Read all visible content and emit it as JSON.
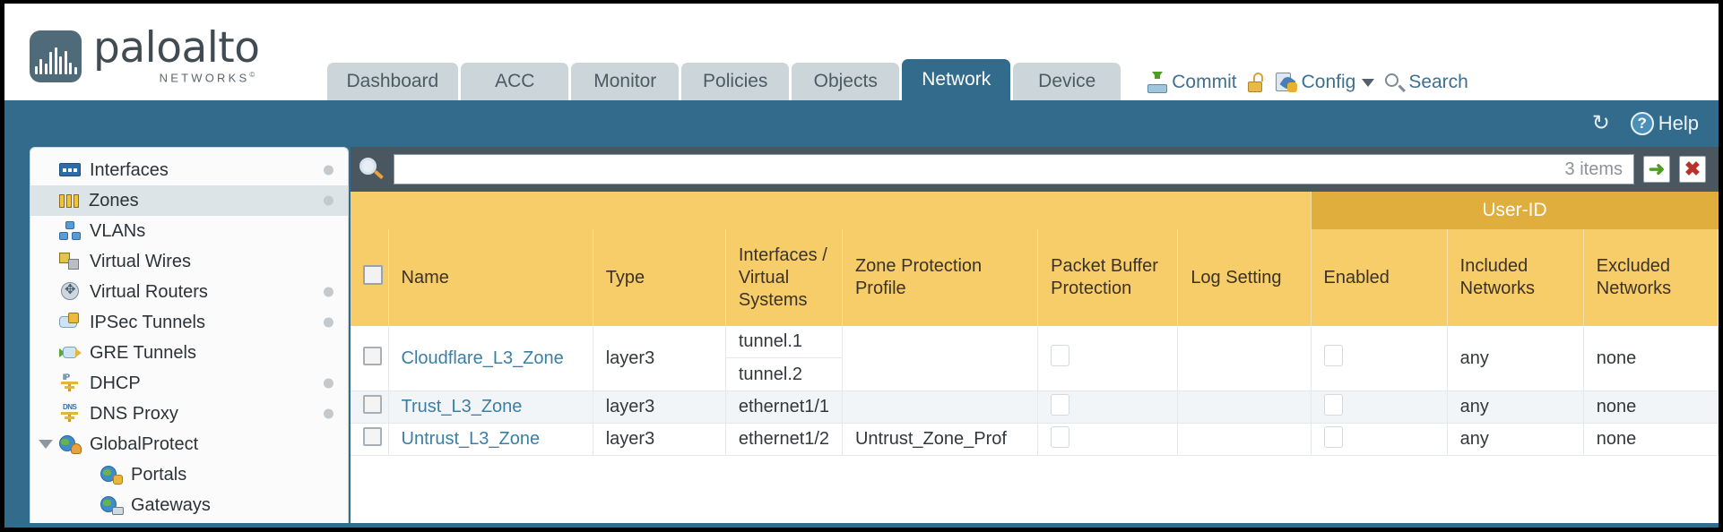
{
  "brand": {
    "name": "paloalto",
    "tagline": "NETWORKS",
    "registered": "©"
  },
  "header": {
    "tabs": [
      {
        "label": "Dashboard",
        "active": false
      },
      {
        "label": "ACC",
        "active": false
      },
      {
        "label": "Monitor",
        "active": false
      },
      {
        "label": "Policies",
        "active": false
      },
      {
        "label": "Objects",
        "active": false
      },
      {
        "label": "Network",
        "active": true
      },
      {
        "label": "Device",
        "active": false
      }
    ],
    "actions": {
      "commit": "Commit",
      "config": "Config",
      "search": "Search"
    },
    "toolbar": {
      "help": "Help"
    }
  },
  "sidebar": {
    "items": [
      {
        "label": "Interfaces",
        "icon": "interfaces-icon",
        "dot": true,
        "selected": false,
        "child": false,
        "expander": false
      },
      {
        "label": "Zones",
        "icon": "zones-icon",
        "dot": true,
        "selected": true,
        "child": false,
        "expander": false
      },
      {
        "label": "VLANs",
        "icon": "vlans-icon",
        "dot": false,
        "selected": false,
        "child": false,
        "expander": false
      },
      {
        "label": "Virtual Wires",
        "icon": "virtual-wires-icon",
        "dot": false,
        "selected": false,
        "child": false,
        "expander": false
      },
      {
        "label": "Virtual Routers",
        "icon": "virtual-routers-icon",
        "dot": true,
        "selected": false,
        "child": false,
        "expander": false
      },
      {
        "label": "IPSec Tunnels",
        "icon": "ipsec-tunnels-icon",
        "dot": true,
        "selected": false,
        "child": false,
        "expander": false
      },
      {
        "label": "GRE Tunnels",
        "icon": "gre-tunnels-icon",
        "dot": false,
        "selected": false,
        "child": false,
        "expander": false
      },
      {
        "label": "DHCP",
        "icon": "dhcp-icon",
        "dot": true,
        "selected": false,
        "child": false,
        "expander": false
      },
      {
        "label": "DNS Proxy",
        "icon": "dns-proxy-icon",
        "dot": true,
        "selected": false,
        "child": false,
        "expander": false
      },
      {
        "label": "GlobalProtect",
        "icon": "globalprotect-icon",
        "dot": false,
        "selected": false,
        "child": false,
        "expander": true
      },
      {
        "label": "Portals",
        "icon": "portals-icon",
        "dot": false,
        "selected": false,
        "child": true,
        "expander": false
      },
      {
        "label": "Gateways",
        "icon": "gateways-icon",
        "dot": false,
        "selected": false,
        "child": true,
        "expander": false
      }
    ]
  },
  "search": {
    "value": "",
    "placeholder": "",
    "items_count": "3 items",
    "apply_icon": "green-arrow-icon",
    "clear_icon": "red-x-icon"
  },
  "table": {
    "group_header": "User-ID",
    "columns": [
      "Name",
      "Type",
      "Interfaces / Virtual Systems",
      "Zone Protection Profile",
      "Packet Buffer Protection",
      "Log Setting",
      "Enabled",
      "Included Networks",
      "Excluded Networks"
    ],
    "rows": [
      {
        "name": "Cloudflare_L3_Zone",
        "type": "layer3",
        "interfaces": [
          "tunnel.1",
          "tunnel.2"
        ],
        "zone_protection_profile": "",
        "packet_buffer_protection": false,
        "log_setting": "",
        "userid_enabled": false,
        "included_networks": "any",
        "excluded_networks": "none"
      },
      {
        "name": "Trust_L3_Zone",
        "type": "layer3",
        "interfaces": [
          "ethernet1/1"
        ],
        "zone_protection_profile": "",
        "packet_buffer_protection": false,
        "log_setting": "",
        "userid_enabled": false,
        "included_networks": "any",
        "excluded_networks": "none"
      },
      {
        "name": "Untrust_L3_Zone",
        "type": "layer3",
        "interfaces": [
          "ethernet1/2"
        ],
        "zone_protection_profile": "Untrust_Zone_Prof",
        "packet_buffer_protection": false,
        "log_setting": "",
        "userid_enabled": false,
        "included_networks": "any",
        "excluded_networks": "none"
      }
    ]
  },
  "colors": {
    "brand_blue": "#336b8c",
    "header_yellow": "#f6cd69",
    "group_yellow": "#dfae3d",
    "link_blue": "#3c7fa5",
    "search_bar": "#4a5761"
  }
}
